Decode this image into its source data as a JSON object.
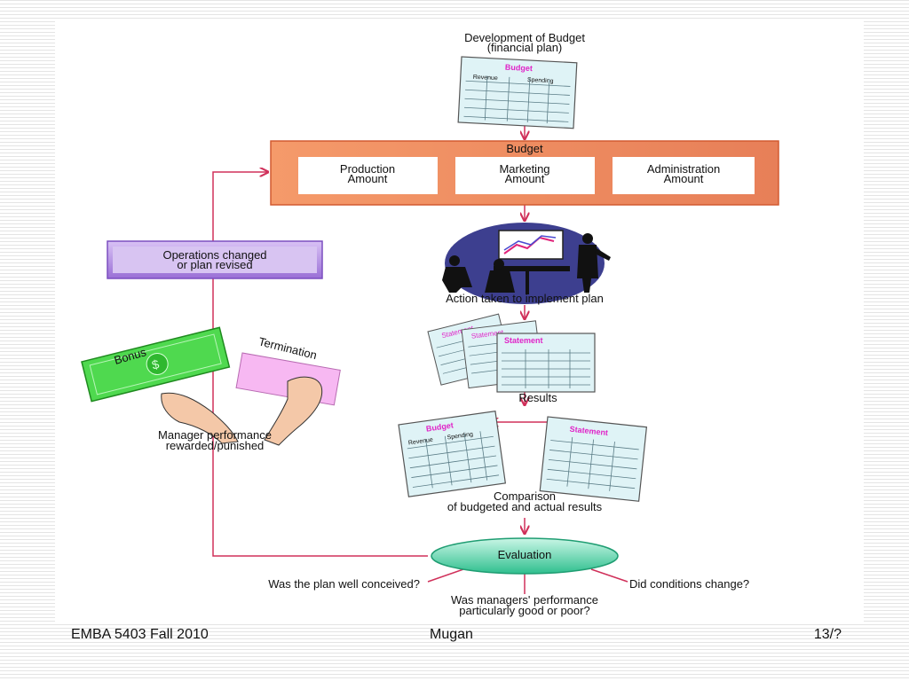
{
  "diagram": {
    "top_title_line1": "Development of Budget",
    "top_title_line2": "(financial plan)",
    "budget_sheet": {
      "title": "Budget",
      "col1": "Revenue",
      "col2": "Spending"
    },
    "budget_box": {
      "title": "Budget",
      "cells": [
        {
          "line1": "Production",
          "line2": "Amount"
        },
        {
          "line1": "Marketing",
          "line2": "Amount"
        },
        {
          "line1": "Administration",
          "line2": "Amount"
        }
      ]
    },
    "action_label": "Action taken to implement plan",
    "statement_title": "Statement",
    "results_label": "Results",
    "comparison_line1": "Comparison",
    "comparison_line2": "of budgeted and actual results",
    "evaluation_label": "Evaluation",
    "question_left": "Was the plan well conceived?",
    "question_right": "Did conditions change?",
    "question_bottom_line1": "Was managers' performance",
    "question_bottom_line2": "particularly good or poor?",
    "operations_line1": "Operations changed",
    "operations_line2": "or plan revised",
    "bonus_label": "Bonus",
    "termination_label": "Termination",
    "manager_line1": "Manager performance",
    "manager_line2": "rewarded/punished"
  },
  "footer": {
    "left": "EMBA 5403 Fall 2010",
    "center": "Mugan",
    "right": "13/?"
  },
  "colors": {
    "arrow": "#d0305a",
    "budget_box": "#f08a5a",
    "operations_box": "#b58ae6",
    "evaluation": "#4ed6a8",
    "bonus_green": "#4fd94f",
    "termination_pink": "#f7b8f2",
    "sheet": "#dff3f6"
  },
  "icons": [
    "presentation-meeting-icon",
    "hands-with-cards-icon"
  ]
}
